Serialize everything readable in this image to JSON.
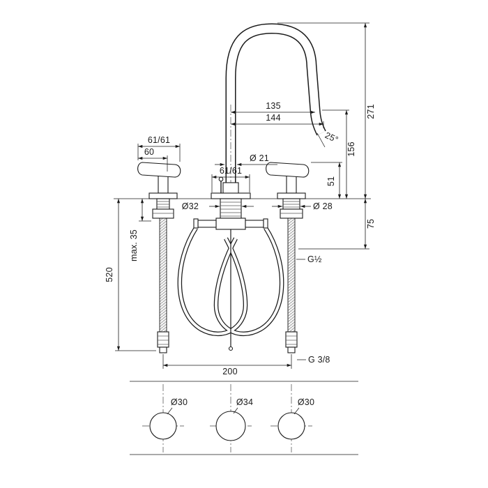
{
  "drawing": {
    "dimensions": {
      "total_height": "271",
      "spout_height": "156",
      "handle_height": "51",
      "below_deck_depth": "75",
      "spout_reach_inner": "135",
      "spout_reach_outer": "144",
      "spout_angle": "25°",
      "handle_length_split": "61/61",
      "handle_length": "60",
      "spout_base_split": "61/61",
      "spout_diameter": "Ø 21",
      "base_diameter": "Ø32",
      "valve_diameter": "Ø 28",
      "max_deck_thickness": "max. 35",
      "hose_length": "520",
      "valve_thread": "G½",
      "hole_distance": "200",
      "hose_thread": "G 3/8"
    },
    "holes": {
      "left": "Ø30",
      "center": "Ø34",
      "right": "Ø30"
    }
  }
}
